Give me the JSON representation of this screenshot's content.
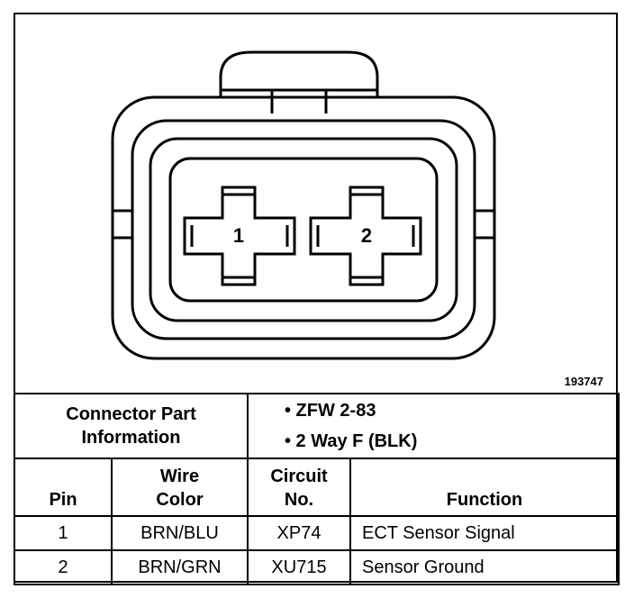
{
  "figure": {
    "id": "193747",
    "pins": [
      "1",
      "2"
    ]
  },
  "part_info": {
    "label_line1": "Connector Part",
    "label_line2": "Information",
    "items": [
      "• ZFW 2-83",
      "• 2 Way F (BLK)"
    ]
  },
  "table": {
    "headers": {
      "pin": "Pin",
      "wire_color_line1": "Wire",
      "wire_color_line2": "Color",
      "circuit_line1": "Circuit",
      "circuit_line2": "No.",
      "function": "Function"
    },
    "rows": [
      {
        "pin": "1",
        "wire_color": "BRN/BLU",
        "circuit": "XP74",
        "function": "ECT Sensor Signal"
      },
      {
        "pin": "2",
        "wire_color": "BRN/GRN",
        "circuit": "XU715",
        "function": "Sensor Ground"
      }
    ]
  }
}
